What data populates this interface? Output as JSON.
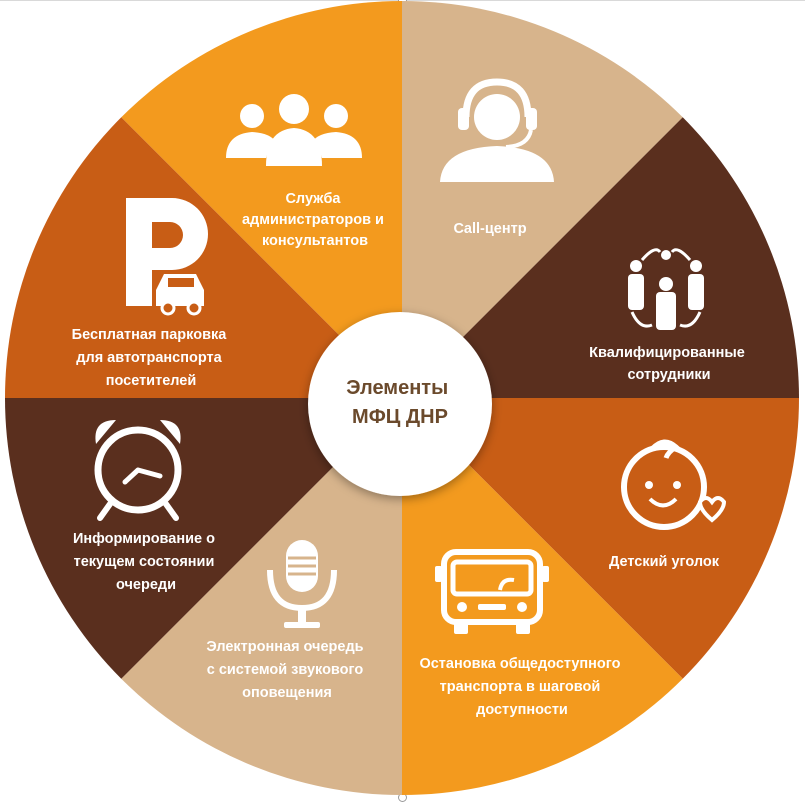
{
  "center": {
    "line1": "Элементы",
    "line2": "МФЦ ДНР"
  },
  "segments": [
    {
      "id": "admins",
      "icon": "people-group-icon",
      "color": "#f39a1e",
      "lines": [
        "Служба",
        "администраторов и",
        "консультантов"
      ]
    },
    {
      "id": "callcenter",
      "icon": "headset-operator-icon",
      "color": "#d7b48c",
      "lines": [
        "Call-центр"
      ]
    },
    {
      "id": "staff",
      "icon": "team-network-icon",
      "color": "#5a2f1e",
      "lines": [
        "Квалифицированные",
        "сотрудники"
      ]
    },
    {
      "id": "kids",
      "icon": "child-face-icon",
      "color": "#c85d15",
      "lines": [
        "Детский уголок"
      ]
    },
    {
      "id": "transport",
      "icon": "bus-icon",
      "color": "#f39a1e",
      "lines": [
        "Остановка общедоступного",
        "транспорта в шаговой",
        "доступности"
      ]
    },
    {
      "id": "queue",
      "icon": "microphone-icon",
      "color": "#d7b48c",
      "lines": [
        "Электронная очередь",
        "с системой звукового",
        "оповещения"
      ]
    },
    {
      "id": "info",
      "icon": "alarm-clock-icon",
      "color": "#5a2f1e",
      "lines": [
        "Информирование о",
        "текущем состоянии",
        "очереди"
      ]
    },
    {
      "id": "parking",
      "icon": "parking-car-icon",
      "color": "#c85d15",
      "lines": [
        "Бесплатная парковка",
        "для автотранспорта",
        "посетителей"
      ]
    }
  ]
}
